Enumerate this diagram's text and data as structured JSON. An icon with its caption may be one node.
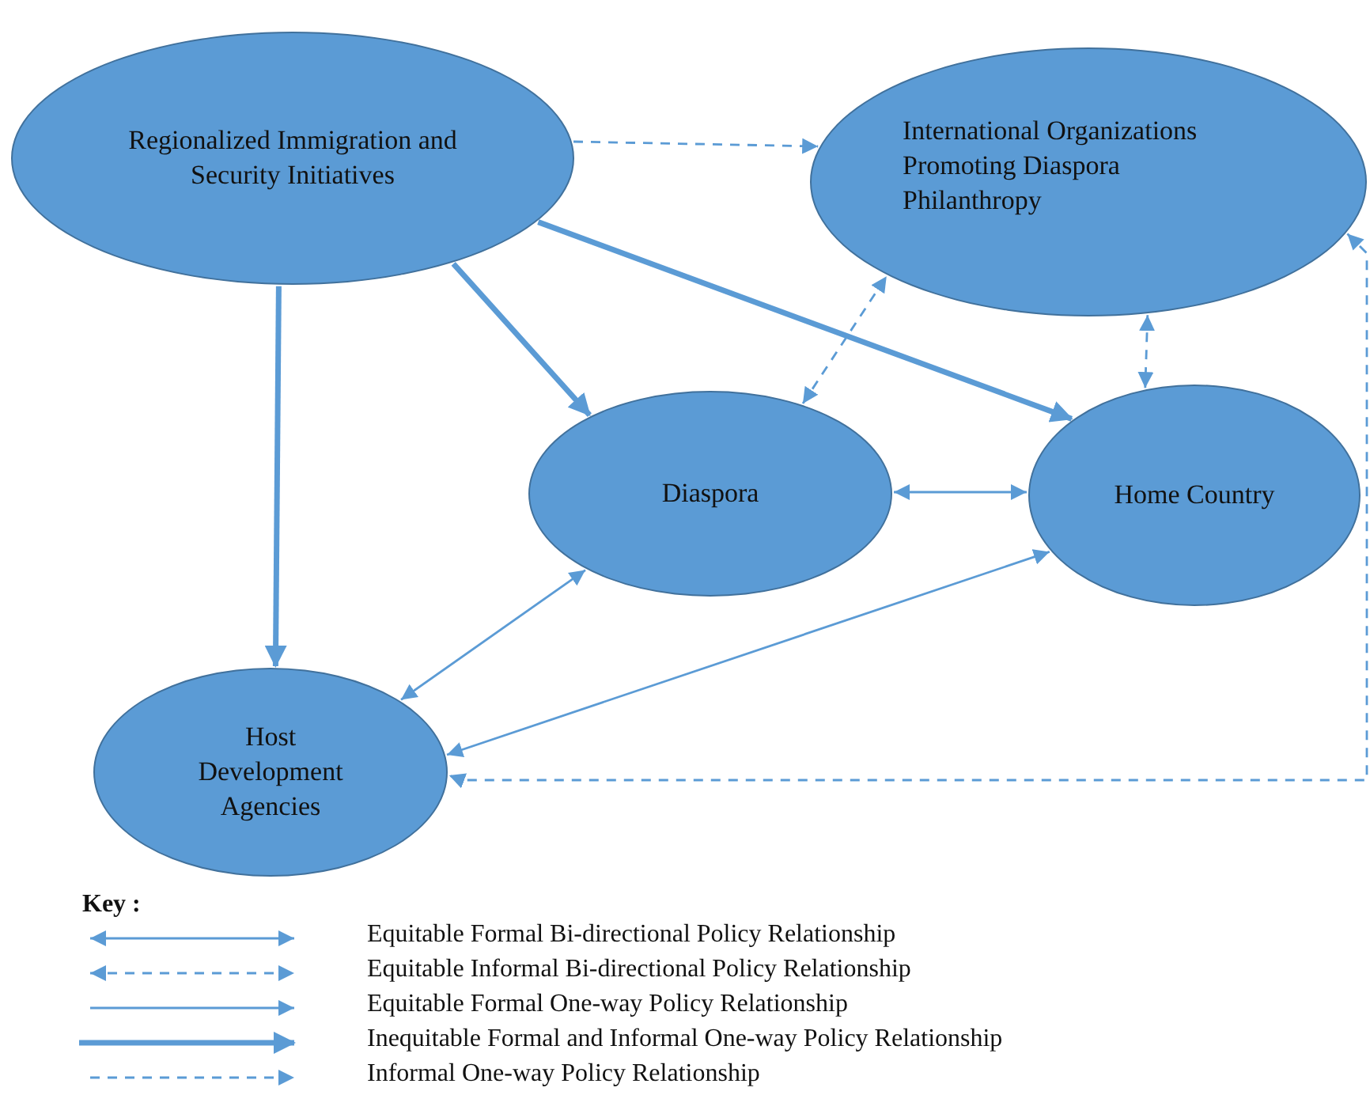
{
  "diagram": {
    "nodes": [
      {
        "text": [
          "Regionalized Immigration and Security Initiatives"
        ]
      },
      {
        "text": [
          "International Organizations Promoting Diaspora Philanthropy"
        ]
      },
      {
        "text": [
          "Diaspora"
        ]
      },
      {
        "text": [
          "Home Country"
        ]
      },
      {
        "text": [
          "Host Development Agencies"
        ]
      }
    ],
    "edges": [
      {
        "from": 0,
        "to": 1,
        "arrow": "to",
        "style": "dashed"
      },
      {
        "from": 0,
        "to": 3,
        "arrow": "to",
        "style": "thick"
      },
      {
        "from": 0,
        "to": 2,
        "arrow": "to",
        "style": "thick"
      },
      {
        "from": 0,
        "to": 4,
        "arrow": "to",
        "style": "thick"
      },
      {
        "from": 2,
        "to": 1,
        "arrow": "both",
        "style": "dashed"
      },
      {
        "from": 1,
        "to": 3,
        "arrow": "both",
        "style": "dashed"
      },
      {
        "from": 2,
        "to": 3,
        "arrow": "both"
      },
      {
        "from": 2,
        "to": 4,
        "arrow": "both"
      },
      {
        "from": 3,
        "to": 4,
        "arrow": "both"
      },
      {
        "from": 1,
        "to": 4,
        "arrow": "both",
        "style": "dashed"
      }
    ],
    "labels": [
      "Key :"
    ],
    "legend": [
      {
        "text": "Equitable Formal Bi-directional Policy Relationship"
      },
      {
        "text": "Equitable Informal Bi-directional Policy Relationship"
      },
      {
        "text": "Equitable Formal One-way Policy Relationship"
      },
      {
        "text": "Inequitable Formal and Informal One-way Policy Relationship"
      },
      {
        "text": "Informal One-way Policy Relationship"
      }
    ]
  }
}
